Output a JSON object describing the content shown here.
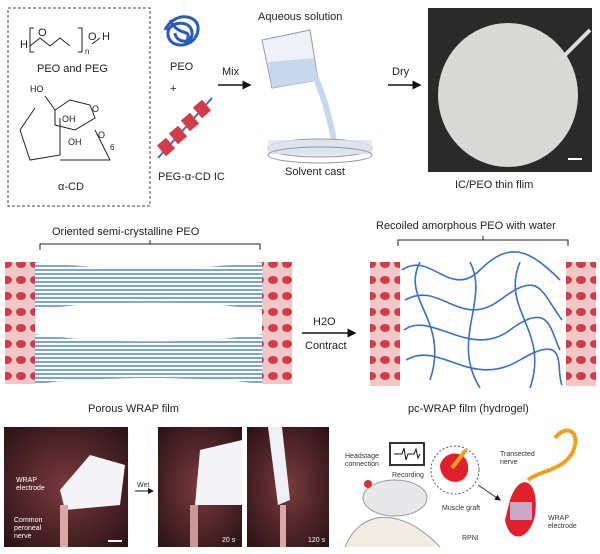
{
  "panel_a": {
    "box_label_polymer": "PEO and PEG",
    "box_label_cd": "α-CD",
    "chem_h_left": "H",
    "chem_o": "O",
    "chem_n": "n",
    "chem_h_right": "H",
    "chem_ho": "HO",
    "chem_oh1": "OH",
    "chem_oh2": "OH",
    "chem_o_ring": "O",
    "chem_o6": "O",
    "chem_6": "6",
    "peo_label": "PEO",
    "plus": "+",
    "ic_label": "PEG-α-CD IC",
    "mix_label": "Mix",
    "aqueous_label": "Aqueous solution",
    "solvent_cast_label": "Solvent cast",
    "dry_label": "Dry",
    "film_label": "IC/PEO thin flim"
  },
  "panel_b": {
    "left_title": "Oriented semi-crystalline PEO",
    "right_title": "Recoiled amorphous PEO with water",
    "water_label": "H2O",
    "contract_label": "Contract",
    "left_caption": "Porous WRAP film",
    "right_caption": "pc-WRAP film (hydrogel)"
  },
  "panel_c": {
    "wrap_electrode_label_1": "WRAP",
    "wrap_electrode_label_2": "electrode",
    "nerve_label_1": "Common",
    "nerve_label_2": "peroneal",
    "nerve_label_3": "nerve",
    "wet_label": "Wet",
    "time_1": "20 s",
    "time_2": "120 s",
    "headstage_1": "Headstage",
    "headstage_2": "connection",
    "recording_label": "Recording",
    "muscle_graft_label": "Muscle graft",
    "rpni_label": "RPNI",
    "transected_1": "Transected",
    "transected_2": "nerve",
    "wrap2_1": "WRAP",
    "wrap2_2": "electrode"
  }
}
